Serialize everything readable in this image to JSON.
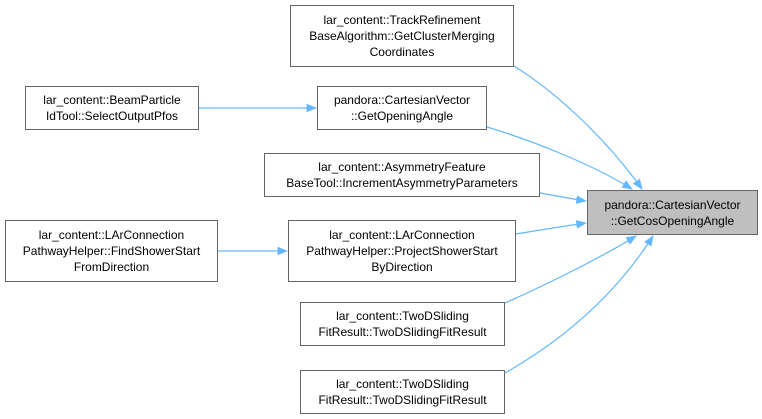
{
  "nodes": [
    {
      "id": "track-refinement-get-cluster-merging-coordinates",
      "lines": [
        "lar_content::TrackRefinement",
        "BaseAlgorithm::GetClusterMerging",
        "Coordinates"
      ],
      "focus": false
    },
    {
      "id": "beam-particle-id-tool-select-output-pfos",
      "lines": [
        "lar_content::BeamParticle",
        "IdTool::SelectOutputPfos"
      ],
      "focus": false
    },
    {
      "id": "cartesian-vector-get-opening-angle",
      "lines": [
        "pandora::CartesianVector",
        "::GetOpeningAngle"
      ],
      "focus": false
    },
    {
      "id": "asymmetry-feature-base-tool-increment-asymmetry-parameters",
      "lines": [
        "lar_content::AsymmetryFeature",
        "BaseTool::IncrementAsymmetryParameters"
      ],
      "focus": false
    },
    {
      "id": "cartesian-vector-get-cos-opening-angle",
      "lines": [
        "pandora::CartesianVector",
        "::GetCosOpeningAngle"
      ],
      "focus": true
    },
    {
      "id": "lar-connection-pathway-helper-find-shower-start-from-direction",
      "lines": [
        "lar_content::LArConnection",
        "PathwayHelper::FindShowerStart",
        "FromDirection"
      ],
      "focus": false
    },
    {
      "id": "lar-connection-pathway-helper-project-shower-start-by-direction",
      "lines": [
        "lar_content::LArConnection",
        "PathwayHelper::ProjectShowerStart",
        "ByDirection"
      ],
      "focus": false
    },
    {
      "id": "two-d-sliding-fit-result-1",
      "lines": [
        "lar_content::TwoDSliding",
        "FitResult::TwoDSlidingFitResult"
      ],
      "focus": false
    },
    {
      "id": "two-d-sliding-fit-result-2",
      "lines": [
        "lar_content::TwoDSliding",
        "FitResult::TwoDSlidingFitResult"
      ],
      "focus": false
    }
  ],
  "edges": [
    {
      "from": "track-refinement-get-cluster-merging-coordinates",
      "to": "cartesian-vector-get-cos-opening-angle"
    },
    {
      "from": "cartesian-vector-get-opening-angle",
      "to": "cartesian-vector-get-cos-opening-angle"
    },
    {
      "from": "beam-particle-id-tool-select-output-pfos",
      "to": "cartesian-vector-get-opening-angle"
    },
    {
      "from": "asymmetry-feature-base-tool-increment-asymmetry-parameters",
      "to": "cartesian-vector-get-cos-opening-angle"
    },
    {
      "from": "lar-connection-pathway-helper-project-shower-start-by-direction",
      "to": "cartesian-vector-get-cos-opening-angle"
    },
    {
      "from": "lar-connection-pathway-helper-find-shower-start-from-direction",
      "to": "lar-connection-pathway-helper-project-shower-start-by-direction"
    },
    {
      "from": "two-d-sliding-fit-result-1",
      "to": "cartesian-vector-get-cos-opening-angle"
    },
    {
      "from": "two-d-sliding-fit-result-2",
      "to": "cartesian-vector-get-cos-opening-angle"
    }
  ],
  "colors": {
    "edge": "#63b8ff",
    "node_border": "#666666",
    "focus_fill": "#bfbfbf"
  }
}
